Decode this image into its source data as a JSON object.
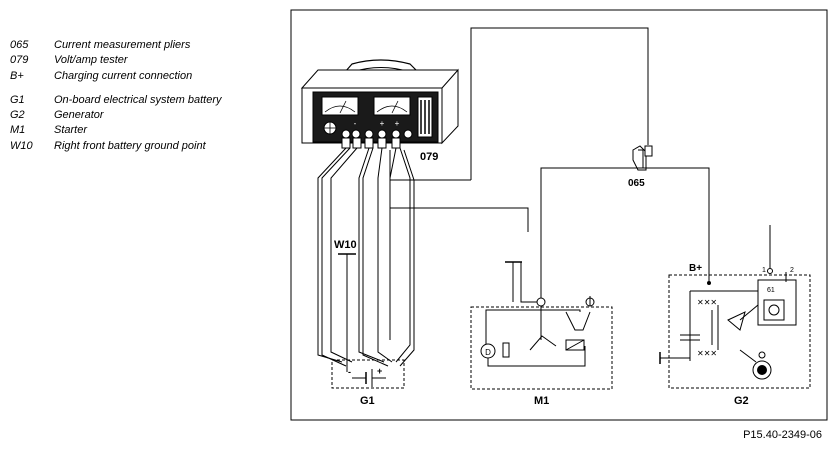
{
  "legend": {
    "group1": [
      {
        "code": "065",
        "text": "Current measurement pliers"
      },
      {
        "code": "079",
        "text": "Volt/amp tester"
      },
      {
        "code": "B+",
        "text": "Charging current connection"
      }
    ],
    "group2": [
      {
        "code": "G1",
        "text": "On-board electrical system battery"
      },
      {
        "code": "G2",
        "text": "Generator"
      },
      {
        "code": "M1",
        "text": "Starter"
      },
      {
        "code": "W10",
        "text": "Right front battery ground point"
      }
    ]
  },
  "labels": {
    "tester": "079",
    "pliers": "065",
    "ground": "W10",
    "battery": "G1",
    "starter": "M1",
    "generator": "G2",
    "b_plus": "B+",
    "terminal_1": "1",
    "terminal_2": "2",
    "terminal_61": "61",
    "tester_plus": "+",
    "tester_minus": "-",
    "battery_minus": "-",
    "battery_plus": "+"
  },
  "reference": "P15.40-2349-06"
}
